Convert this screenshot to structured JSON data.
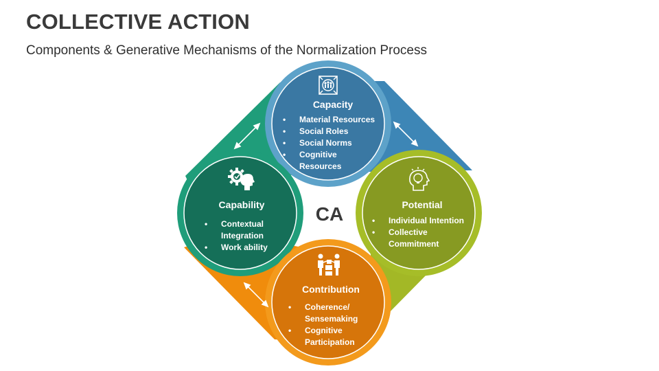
{
  "title": "COLLECTIVE ACTION",
  "subtitle": "Components & Generative Mechanisms of the Normalization Process",
  "center_label": "CA",
  "colors": {
    "capacity": "#3d7fa9",
    "capability": "#187a62",
    "potential": "#8b9b24",
    "contribution": "#e07c0a"
  },
  "nodes": {
    "capacity": {
      "heading": "Capacity",
      "icon": "people-network-icon",
      "items": [
        "Material Resources",
        "Social Roles",
        "Social Norms",
        "Cognitive Resources"
      ]
    },
    "capability": {
      "heading": "Capability",
      "icon": "head-gear-icon",
      "items": [
        "Contextual Integration",
        "Work ability"
      ]
    },
    "potential": {
      "heading": "Potential",
      "icon": "head-lightbulb-icon",
      "items": [
        "Individual Intention",
        "Collective Commitment"
      ]
    },
    "contribution": {
      "heading": "Contribution",
      "icon": "team-building-icon",
      "items": [
        "Coherence/ Sensemaking",
        "Cognitive Participation"
      ]
    }
  }
}
